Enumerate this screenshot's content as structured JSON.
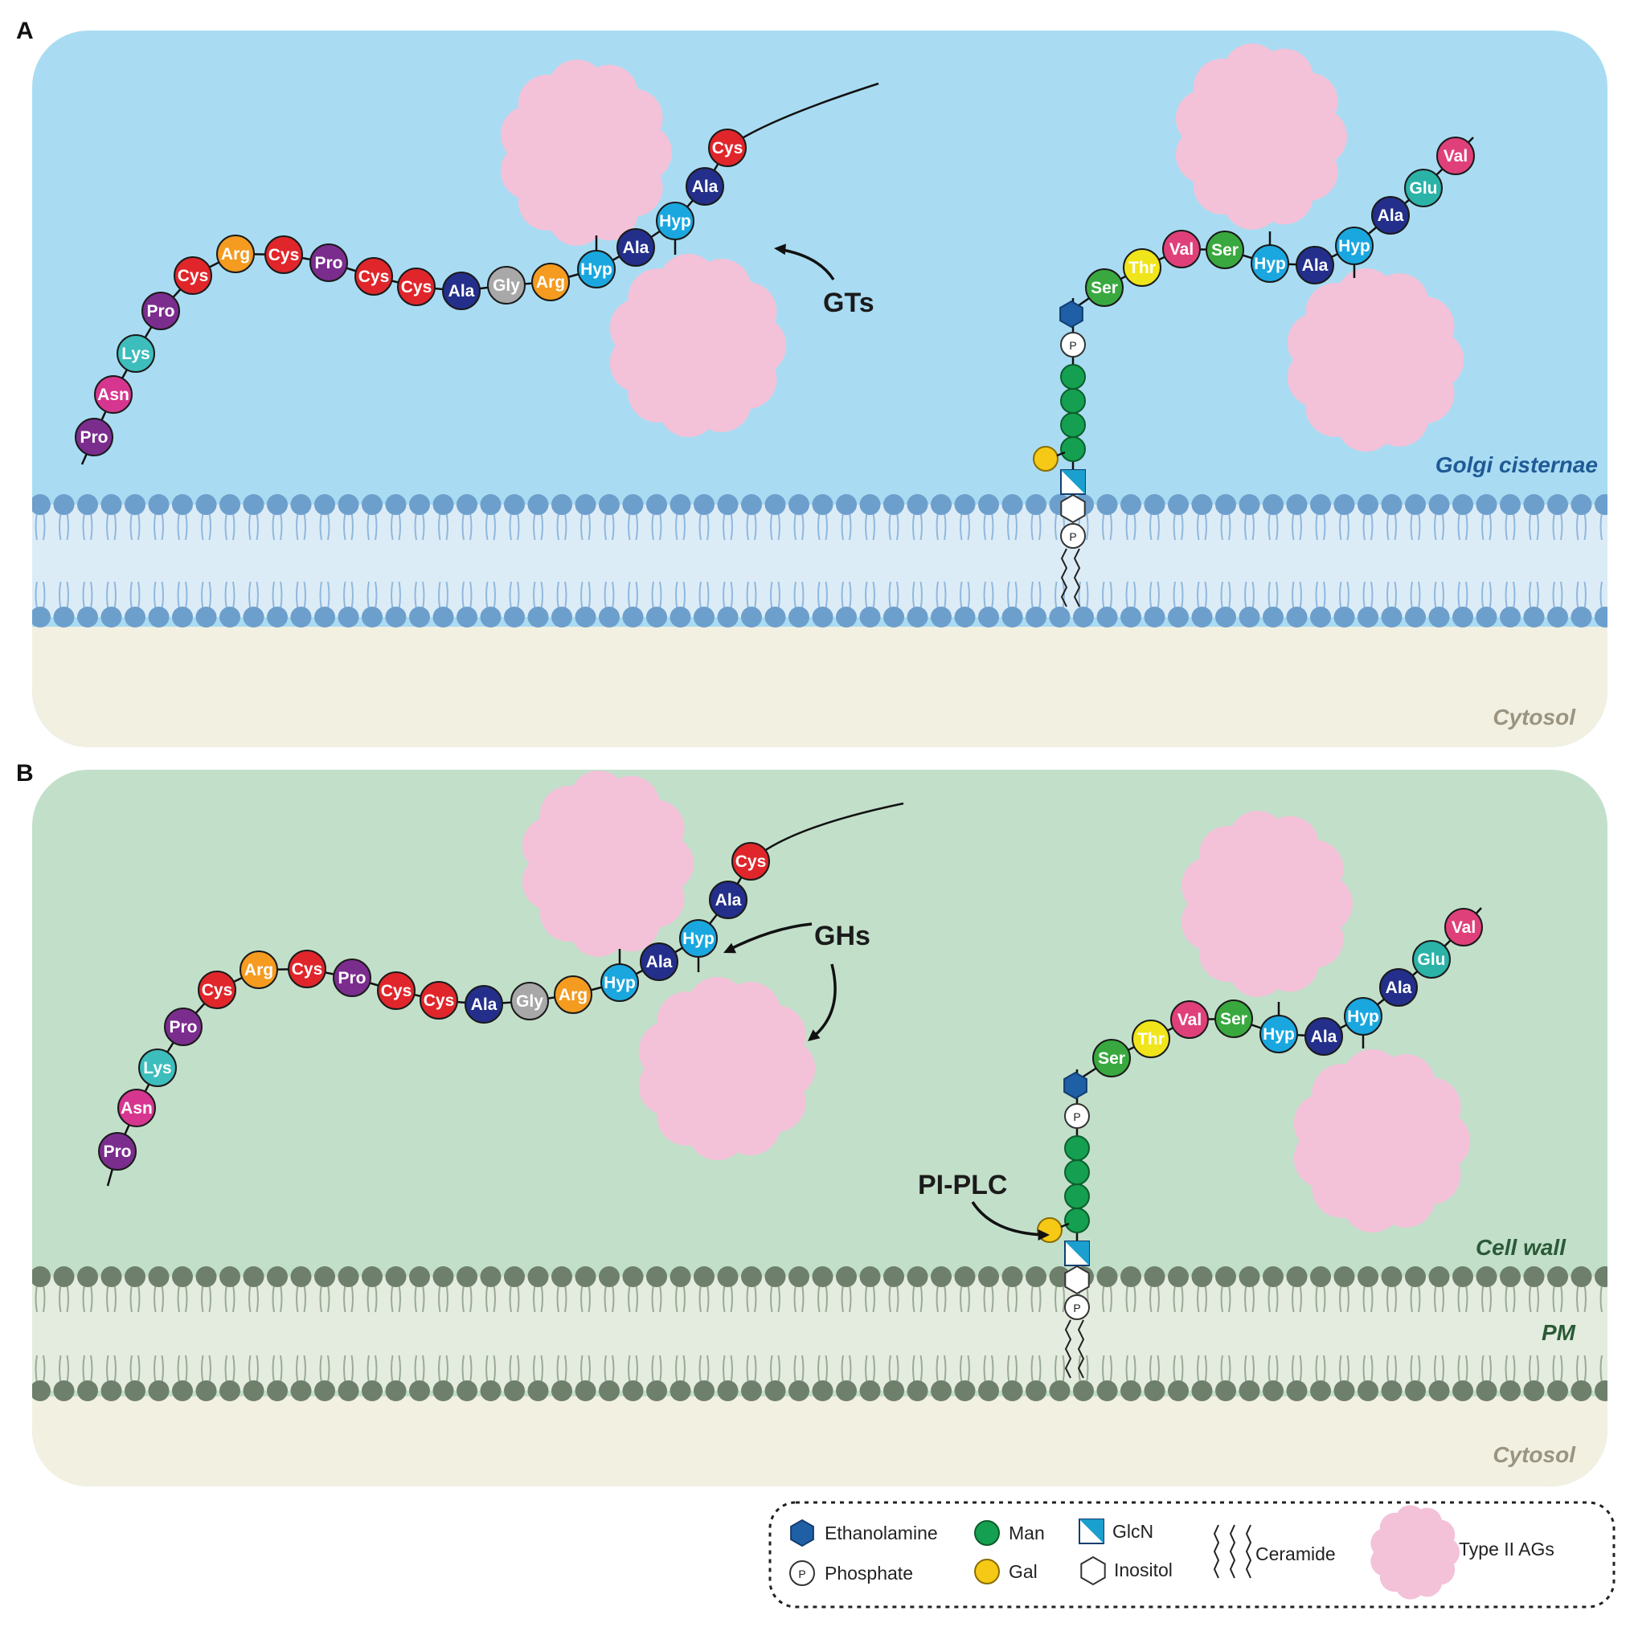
{
  "panels": {
    "a": {
      "letter": "A",
      "top_region": "Golgi cisternae",
      "bottom_region": "Cytosol",
      "enzyme": "GTs",
      "top_color": "#a9dcf2",
      "bottom_color": "#f2f0e1",
      "lipid_head_color": "#6d9fcc",
      "lipid_tail_color": "#8fb8de",
      "top_label_color": "#1f5a96",
      "bottom_label_color": "#9a9480"
    },
    "b": {
      "letter": "B",
      "top_region": "Cell wall",
      "membrane_region": "PM",
      "bottom_region": "Cytosol",
      "enzyme_1": "GHs",
      "enzyme_2": "PI-PLC",
      "top_color": "#c2dfca",
      "bottom_color": "#f2f0e1",
      "lipid_head_color": "#6e806b",
      "lipid_tail_color": "#9aaa96",
      "top_label_color": "#2a5a36",
      "bottom_label_color": "#9a9480"
    }
  },
  "chain_1": [
    {
      "code": "Pro",
      "color": "#7b2d8e"
    },
    {
      "code": "Asn",
      "color": "#d6368f"
    },
    {
      "code": "Lys",
      "color": "#3ebdbd"
    },
    {
      "code": "Pro",
      "color": "#7b2d8e"
    },
    {
      "code": "Cys",
      "color": "#e0262b"
    },
    {
      "code": "Arg",
      "color": "#f49b20"
    },
    {
      "code": "Cys",
      "color": "#e0262b"
    },
    {
      "code": "Pro",
      "color": "#7b2d8e"
    },
    {
      "code": "Cys",
      "color": "#e0262b"
    },
    {
      "code": "Cys",
      "color": "#e0262b"
    },
    {
      "code": "Ala",
      "color": "#232f8a"
    },
    {
      "code": "Gly",
      "color": "#a8a8a8"
    },
    {
      "code": "Arg",
      "color": "#f49b20"
    },
    {
      "code": "Hyp",
      "color": "#1aa7e0"
    },
    {
      "code": "Ala",
      "color": "#232f8a"
    },
    {
      "code": "Hyp",
      "color": "#1aa7e0"
    },
    {
      "code": "Ala",
      "color": "#232f8a"
    },
    {
      "code": "Cys",
      "color": "#e0262b"
    }
  ],
  "chain_2": [
    {
      "code": "Ser",
      "color": "#39a93f"
    },
    {
      "code": "Thr",
      "color": "#f0e51a"
    },
    {
      "code": "Val",
      "color": "#e0407a"
    },
    {
      "code": "Ser",
      "color": "#39a93f"
    },
    {
      "code": "Hyp",
      "color": "#1aa7e0"
    },
    {
      "code": "Ala",
      "color": "#232f8a"
    },
    {
      "code": "Hyp",
      "color": "#1aa7e0"
    },
    {
      "code": "Ala",
      "color": "#232f8a"
    },
    {
      "code": "Glu",
      "color": "#2bb3a8"
    },
    {
      "code": "Val",
      "color": "#e0407a"
    }
  ],
  "phosphate_symbol": "P",
  "legend": {
    "ethanolamine": "Ethanolamine",
    "phosphate": "Phosphate",
    "man": "Man",
    "gal": "Gal",
    "glcn": "GlcN",
    "inositol": "Inositol",
    "ceramide": "Ceramide",
    "type2ags": "Type II AGs",
    "ethanolamine_color": "#1f5fa6",
    "man_color": "#14a050",
    "gal_color": "#f5c915",
    "glcn_color": "#1a9fce",
    "ag_color": "#f3c2d8"
  }
}
